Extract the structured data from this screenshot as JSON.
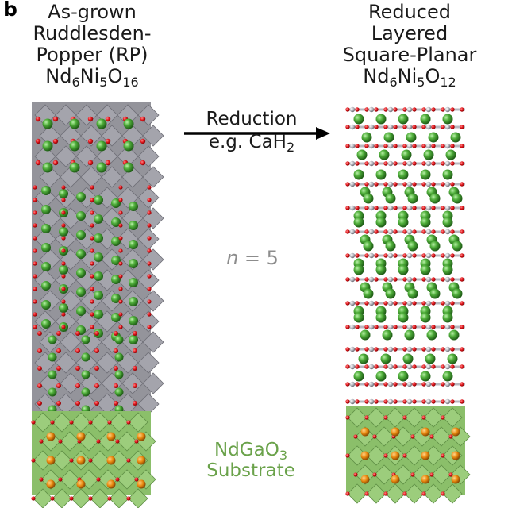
{
  "panel_label": "b",
  "left_structure": {
    "title_line1": "As-grown",
    "title_line2": "Ruddlesden-",
    "title_line3": "Popper (RP)",
    "formula": {
      "p1": "Nd",
      "s1": "6",
      "p2": "Ni",
      "s2": "5",
      "p3": "O",
      "s3": "16"
    }
  },
  "right_structure": {
    "title_line1": "Reduced",
    "title_line2": "Layered",
    "title_line3": "Square-Planar",
    "formula": {
      "p1": "Nd",
      "s1": "6",
      "p2": "Ni",
      "s2": "5",
      "p3": "O",
      "s3": "12"
    }
  },
  "arrow": {
    "line1": "Reduction",
    "line2_prefix": "e.g. CaH",
    "line2_sub": "2"
  },
  "layer_count": {
    "symbol": "n",
    "value": " = 5"
  },
  "substrate": {
    "formula": {
      "p1": "NdGaO",
      "s1": "3"
    },
    "label": "Substrate"
  },
  "colors": {
    "octahedra": "#8e8e96",
    "octahedra_dark": "#6e6e76",
    "nd_atom": "#3f9b2f",
    "oxygen_atom": "#e0151b",
    "nickel_atom": "#b7b7bf",
    "substrate_octahedra": "#8bbf6a",
    "ga_atom": "#e8880e",
    "substrate_text": "#6aa24a",
    "n_text": "#8c8c8c"
  }
}
